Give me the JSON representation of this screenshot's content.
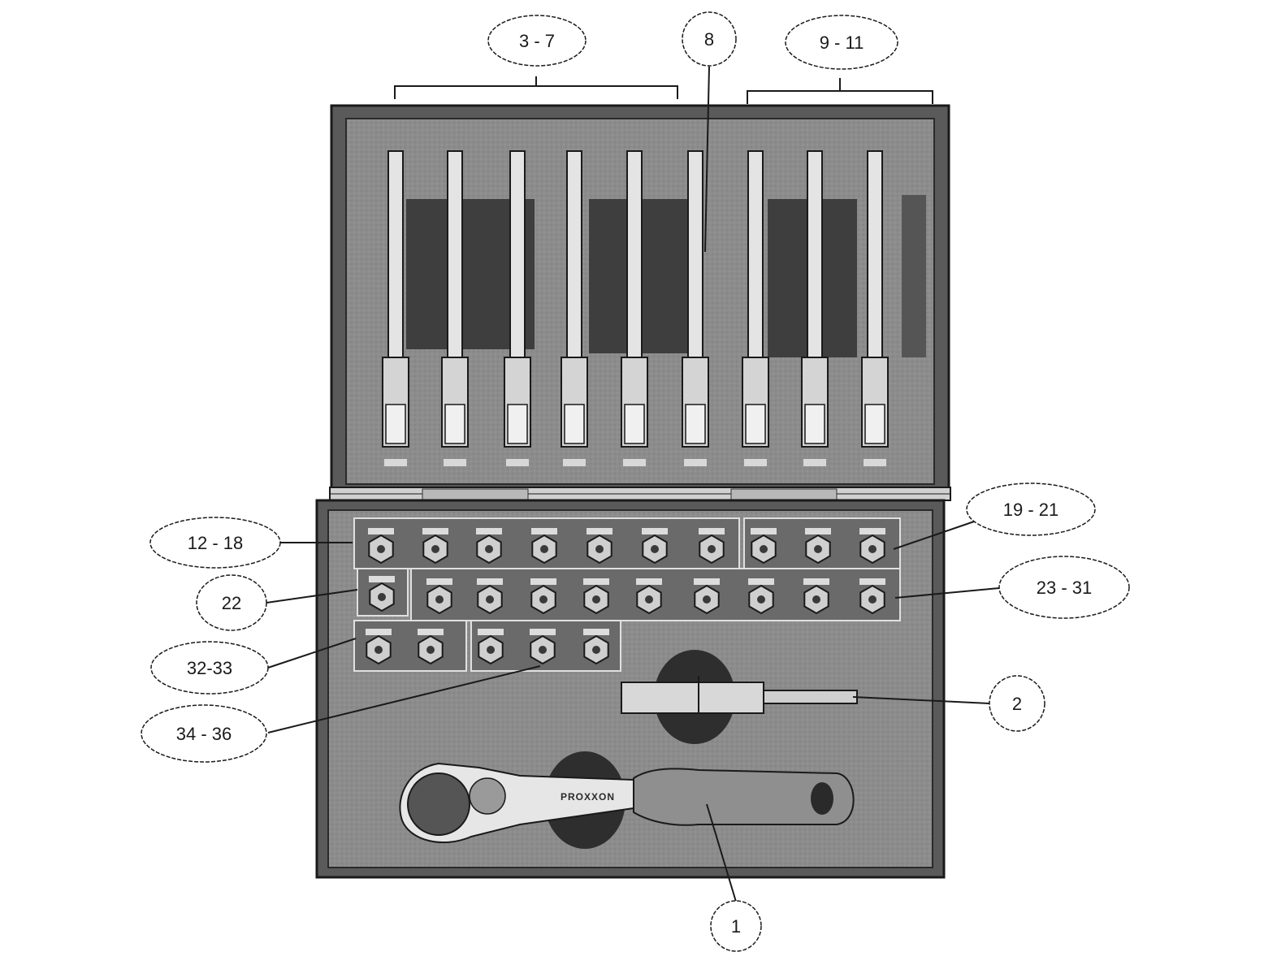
{
  "callouts": {
    "c1": "1",
    "c2": "2",
    "c3_7": "3 - 7",
    "c8": "8",
    "c9_11": "9 - 11",
    "c12_18": "12 - 18",
    "c19_21": "19 - 21",
    "c22": "22",
    "c23_31": "23 - 31",
    "c32_33": "32-33",
    "c34_36": "34 - 36"
  },
  "ratchet": {
    "brand": "PROXXON"
  },
  "colors": {
    "case_frame": "#5a5a5a",
    "foam": "#8a8a8a",
    "cutout_dark": "#3a3a3a",
    "metal": "#d8d8d8",
    "outline": "#1a1a1a"
  }
}
